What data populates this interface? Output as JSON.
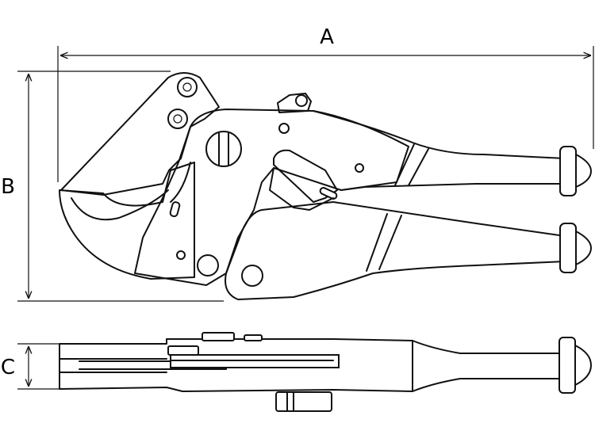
{
  "dimensions": {
    "a": "A",
    "b": "B",
    "c": "C"
  },
  "colors": {
    "line": "#111111",
    "background": "#ffffff"
  }
}
